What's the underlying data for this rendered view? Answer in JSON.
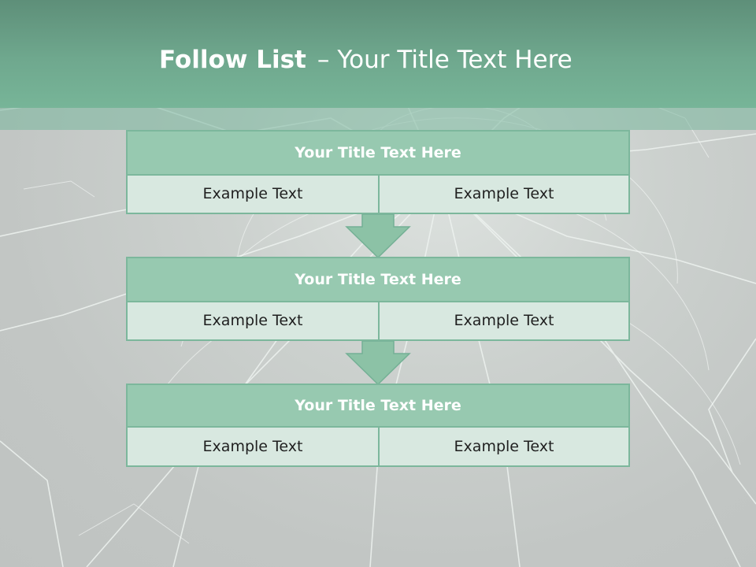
{
  "slide": {
    "title_bold": "Follow List",
    "title_dash": "–",
    "title_rest": "Your Title Text Here"
  },
  "steps": [
    {
      "title": "Your Title Text Here",
      "left_text": "Example Text",
      "right_text": "Example Text"
    },
    {
      "title": "Your Title Text Here",
      "left_text": "Example Text",
      "right_text": "Example Text"
    },
    {
      "title": "Your Title Text Here",
      "left_text": "Example Text",
      "right_text": "Example Text"
    }
  ],
  "colors": {
    "header": "#6fa88e",
    "block_title_bg": "#97c9b0",
    "cell_bg": "#d8e8e0",
    "border": "#7cb79c",
    "arrow": "#8cc2a6"
  },
  "icons": {
    "step_connector": "down-arrow-icon",
    "background": "broken-glass"
  }
}
